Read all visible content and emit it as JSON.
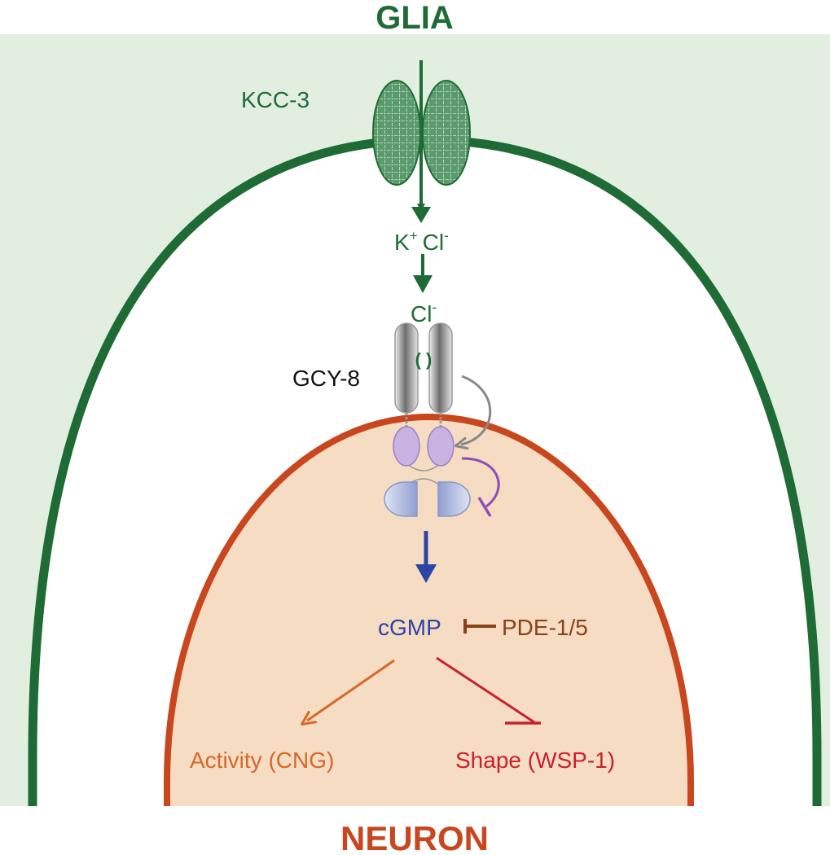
{
  "labels": {
    "glia": "GLIA",
    "neuron": "NEURON",
    "kcc3": "KCC-3",
    "k_base": "K",
    "k_sup": "+",
    "cl_base": "Cl",
    "cl_sup": "-",
    "cl2_base": "Cl",
    "cl2_sup": "-",
    "gcy8": "GCY-8",
    "cgmp": "cGMP",
    "pde": "PDE-1/5",
    "activity": "Activity (CNG)",
    "shape": "Shape (WSP-1)"
  },
  "colors": {
    "glia_green": "#1e6b35",
    "glia_fill": "#e2efe0",
    "neuron_red": "#c8471f",
    "neuron_fill": "#f6dcc3",
    "gcy8_gray": "#9b9b9b",
    "kinase_purple": "#c9b3e3",
    "cyclase_blue": "#c6cfe8",
    "arrow_blue": "#2d44a6",
    "pde_brown": "#8b4218",
    "activity_orange": "#d4692a",
    "shape_red": "#c8222e"
  }
}
